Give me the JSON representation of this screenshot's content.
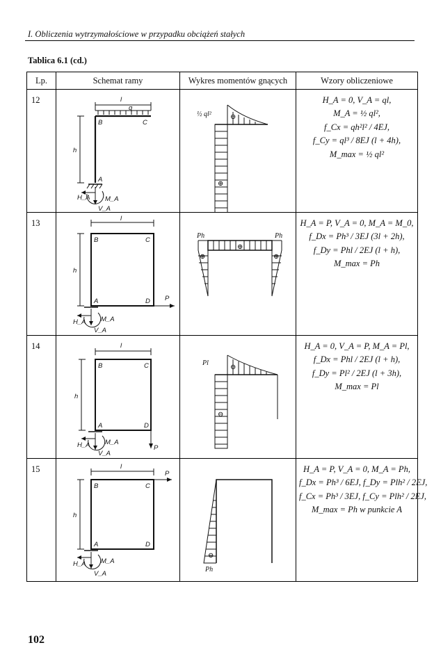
{
  "running_header": "I. Obliczenia wytrzymałościowe w przypadku obciążeń stałych",
  "table_caption": "Tablica 6.1 (cd.)",
  "columns": [
    "Lp.",
    "Schemat ramy",
    "Wykres momentów gnących",
    "Wzory obliczeniowe"
  ],
  "rows": [
    {
      "lp": "12",
      "scheme_labels": {
        "load": "q",
        "span": "l",
        "height": "h",
        "joint_left": "B",
        "joint_right": "C",
        "support": "A",
        "h_reaction": "H_A",
        "v_reaction": "V_A",
        "moment": "M_A"
      },
      "diagram_labels": {
        "peak": "½ ql²",
        "sign_top": "⊕",
        "sign_column": "⊕"
      },
      "formulas": [
        "H_A = 0, V_A = ql,",
        "M_A = ½ ql²,",
        "f_Cx = qh²l² / 4EJ,",
        "f_Cy = ql³ / 8EJ (l + 4h),",
        "M_max = ½ ql²"
      ]
    },
    {
      "lp": "13",
      "scheme_labels": {
        "span": "l",
        "height": "h",
        "load": "P",
        "joint_b": "B",
        "joint_c": "C",
        "joint_a": "A",
        "joint_d": "D",
        "h_reaction": "H_A",
        "v_reaction": "V_A",
        "moment": "M_A"
      },
      "diagram_labels": {
        "left": "Ph",
        "right": "Ph",
        "sign_beam": "⊕",
        "sign_left": "⊕",
        "sign_right": "⊕"
      },
      "formulas": [
        "H_A = P, V_A = 0, M_A = M_0,",
        "f_Dx = Ph³ / 3EJ (3l + 2h),",
        "f_Dy = Phl / 2EJ (l + h),",
        "M_max = Ph"
      ]
    },
    {
      "lp": "14",
      "scheme_labels": {
        "span": "l",
        "height": "h",
        "load": "P",
        "joint_b": "B",
        "joint_c": "C",
        "joint_a": "A",
        "joint_d": "D",
        "h_reaction": "H_A",
        "v_reaction": "V_A",
        "moment": "M_A"
      },
      "diagram_labels": {
        "peak": "Pl",
        "sign_beam": "⊖",
        "sign_column": "⊖"
      },
      "formulas": [
        "H_A = 0, V_A = P, M_A = Pl,",
        "f_Dx = Phl / 2EJ (l + h),",
        "f_Dy = Pl² / 2EJ (l + 3h),",
        "M_max = Pl"
      ]
    },
    {
      "lp": "15",
      "scheme_labels": {
        "span": "l",
        "height": "h",
        "load": "P",
        "joint_b": "B",
        "joint_c": "C",
        "joint_a": "A",
        "joint_d": "D",
        "h_reaction": "H_A",
        "v_reaction": "V_A",
        "moment": "M_A"
      },
      "diagram_labels": {
        "base": "Ph",
        "sign_column": "⊖"
      },
      "formulas": [
        "H_A = P, V_A = 0, M_A = Ph,",
        "f_Dx = Ph³ / 6EJ, f_Dy = Plh² / 2EJ,",
        "f_Cx = Ph³ / 3EJ, f_Cy = Plh² / 2EJ,",
        "M_max = Ph w punkcie A"
      ]
    }
  ],
  "page_number": "102"
}
